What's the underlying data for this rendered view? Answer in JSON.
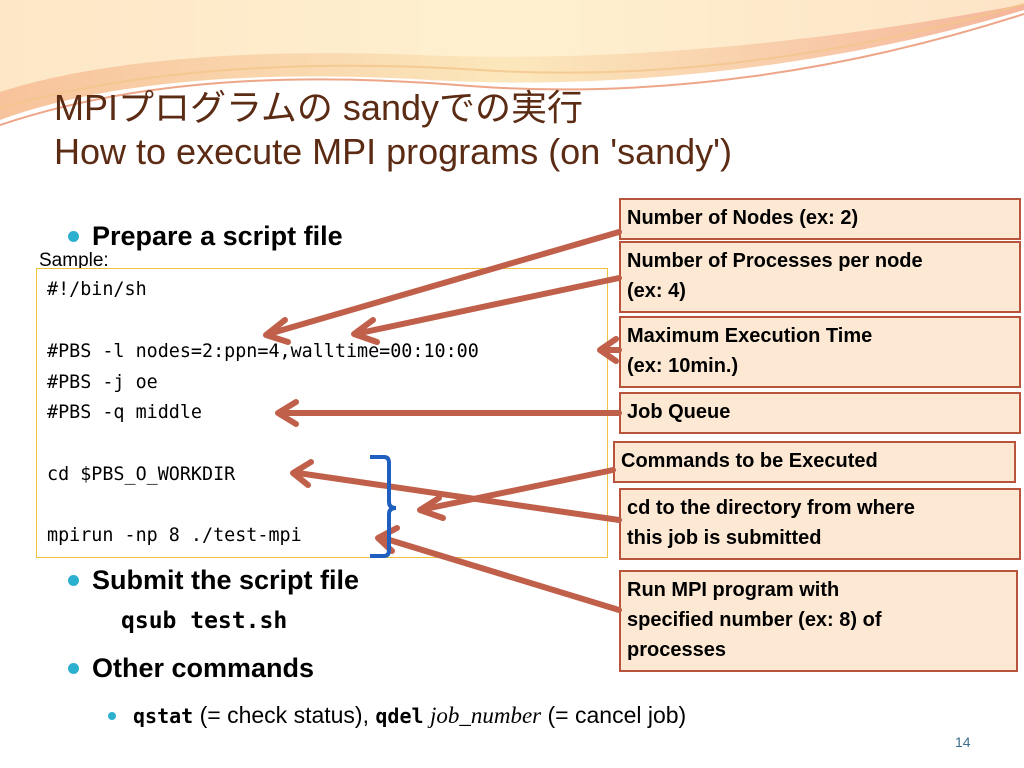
{
  "title": {
    "line1": "MPIプログラムの sandyでの実行",
    "line2": "How to execute MPI programs (on 'sandy')"
  },
  "bullets": {
    "prepare": "Prepare a script file",
    "submit": "Submit the script file",
    "other": "Other commands"
  },
  "sample_label": "Sample:",
  "script_lines": [
    "#!/bin/sh",
    "#PBS -l nodes=2:ppn=4,walltime=00:10:00",
    "#PBS -j oe",
    "#PBS -q middle",
    "cd $PBS_O_WORKDIR",
    "mpirun -np 8 ./test-mpi"
  ],
  "submit_command": "qsub test.sh",
  "other_commands": {
    "qstat": "qstat",
    "qstat_desc": " (= check status), ",
    "qdel": "qdel",
    "qdel_arg": "job_number",
    "qdel_desc": " (= cancel job)"
  },
  "callouts": {
    "nodes": "Number of Nodes (ex: 2)",
    "procs_line1": "Number of Processes per node",
    "procs_line2": " (ex: 4)",
    "time_line1": "Maximum Execution Time",
    "time_line2": " (ex: 10min.)",
    "queue": "Job Queue",
    "commands": "Commands to be Executed",
    "cd_line1": "cd to the directory from where",
    "cd_line2": " this job is submitted",
    "run_line1": "Run MPI program with",
    "run_line2": "specified number (ex: 8) of",
    "run_line3": "processes"
  },
  "page_number": "14",
  "colors": {
    "title": "#5b2b13",
    "bullet_dot": "#2cb0cf",
    "callout_fill": "#fde9d3",
    "callout_border": "#b8543c",
    "arrow": "#c0604a",
    "brace": "#1f5fbf",
    "code_border": "#f0c040"
  }
}
